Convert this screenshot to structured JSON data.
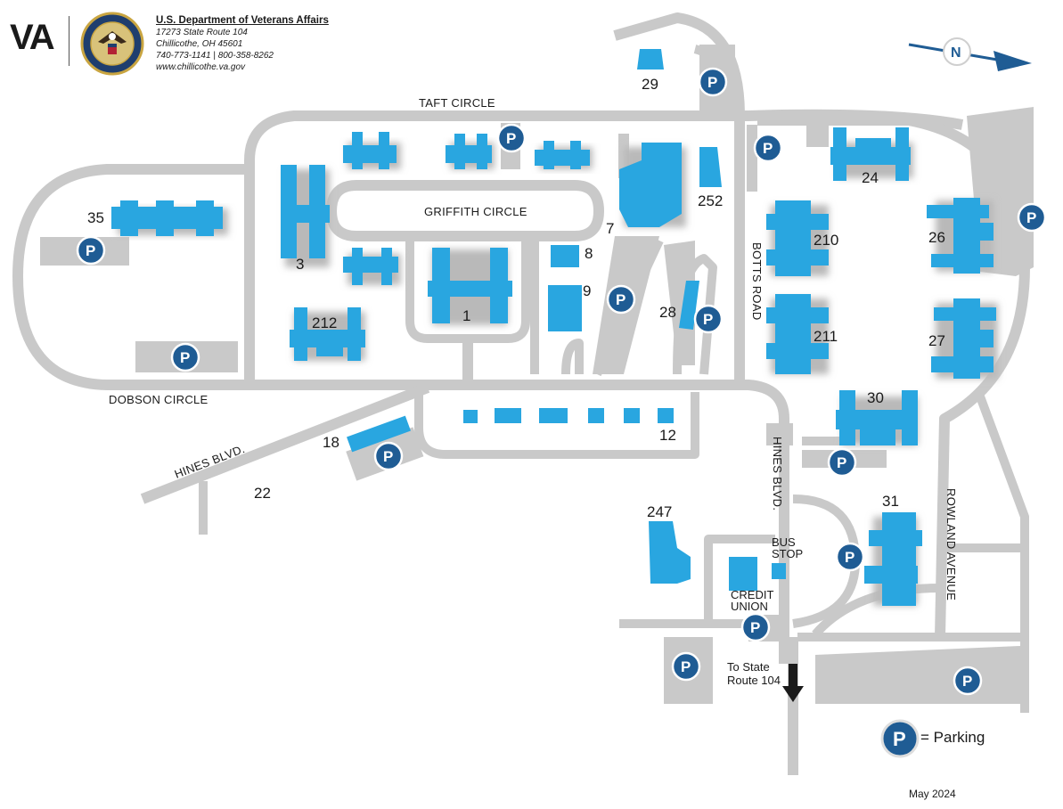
{
  "header": {
    "logo_text": "VA",
    "title": "U.S. Department of Veterans Affairs",
    "address_line1": "17273 State Route 104",
    "address_line2": "Chillicothe, OH  45601",
    "phone": "740-773-1141 | 800-358-8262",
    "website": "www.chillicothe.va.gov"
  },
  "compass": {
    "label": "N"
  },
  "roads": {
    "taft": "TAFT CIRCLE",
    "griffith": "GRIFFITH CIRCLE",
    "dobson": "DOBSON CIRCLE",
    "hines_left": "HINES BLVD.",
    "hines_right": "HINES BLVD.",
    "botts": "BOTTS ROAD",
    "rowland": "ROWLAND AVENUE"
  },
  "buildings": {
    "b1": "1",
    "b3": "3",
    "b7": "7",
    "b8": "8",
    "b9": "9",
    "b12": "12",
    "b18": "18",
    "b22": "22",
    "b24": "24",
    "b26": "26",
    "b27": "27",
    "b28": "28",
    "b29": "29",
    "b30": "30",
    "b31": "31",
    "b35": "35",
    "b210": "210",
    "b211": "211",
    "b212": "212",
    "b247": "247",
    "b252": "252"
  },
  "poi": {
    "bus_stop_line1": "BUS",
    "bus_stop_line2": "STOP",
    "credit_union_line1": "CREDIT",
    "credit_union_line2": "UNION",
    "route_line1": "To State",
    "route_line2": "Route 104"
  },
  "parking_symbol": "P",
  "legend": {
    "text": "= Parking"
  },
  "date": "May 2024",
  "colors": {
    "building": "#29a6e0",
    "road": "#c9c9c9",
    "parking_circle": "#1f5c94",
    "compass_arrow": "#1f5c94"
  }
}
